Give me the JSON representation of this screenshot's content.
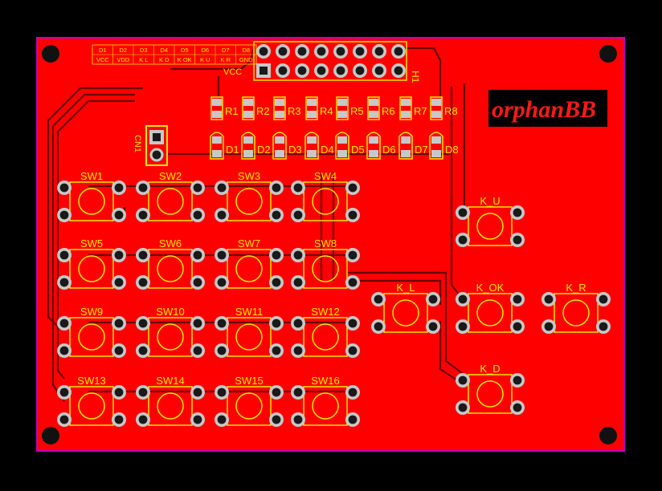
{
  "board": {
    "colors": {
      "background": "#000000",
      "copper": "#ff0000",
      "outline": "#c000c0",
      "silkscreen": "#ffe600",
      "pad": "#c8c8c8",
      "trace": "#6a0000",
      "logo_bg": "#000000",
      "logo_text": "#ff1a1a"
    },
    "logo": "orphanBB",
    "header_label": "H1",
    "connector_label": "CN1",
    "vcc_label": "VCC",
    "pin_table": {
      "top": [
        "D1",
        "D2",
        "D3",
        "D4",
        "D5",
        "D6",
        "D7",
        "D8"
      ],
      "bottom": [
        "VCC",
        "VDD",
        "K L",
        "K D",
        "K OK",
        "K U",
        "K R",
        "GND"
      ]
    },
    "resistors": [
      "R1",
      "R2",
      "R3",
      "R4",
      "R5",
      "R6",
      "R7",
      "R8"
    ],
    "leds": [
      "D1",
      "D2",
      "D3",
      "D4",
      "D5",
      "D6",
      "D7",
      "D8"
    ],
    "keypad": [
      "SW1",
      "SW2",
      "SW3",
      "SW4",
      "SW5",
      "SW6",
      "SW7",
      "SW8",
      "SW9",
      "SW10",
      "SW11",
      "SW12",
      "SW13",
      "SW14",
      "SW15",
      "SW16"
    ],
    "nav_keys": {
      "up": "K_U",
      "ok": "K_OK",
      "right": "K_R",
      "left": "K_L",
      "down": "K_D"
    }
  }
}
